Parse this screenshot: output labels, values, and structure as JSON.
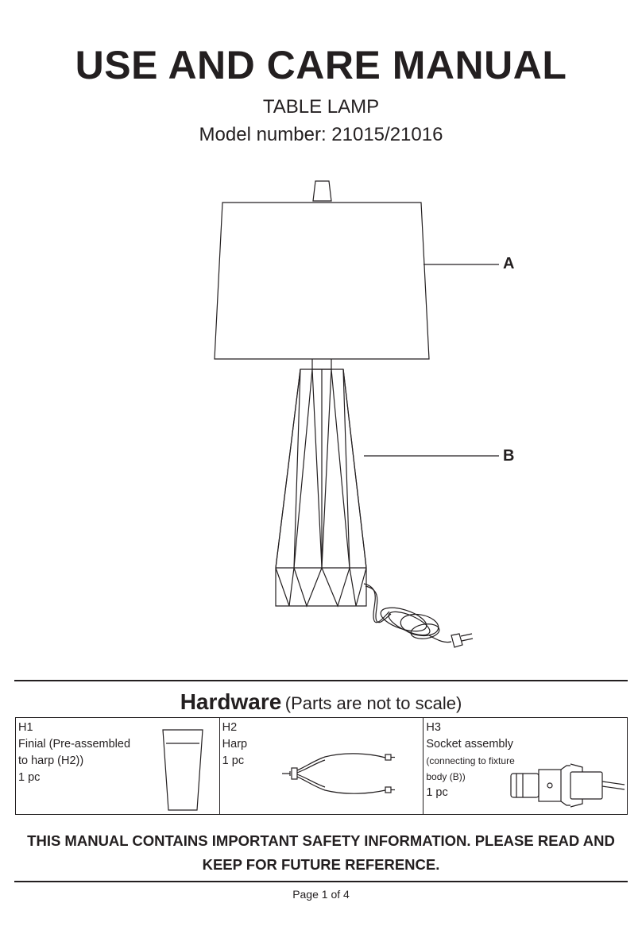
{
  "header": {
    "title": "USE AND CARE MANUAL",
    "product": "TABLE LAMP",
    "model": "Model number: 21015/21016"
  },
  "diagram": {
    "callout_shade": "A",
    "callout_base": "B"
  },
  "hardware": {
    "heading": "Hardware",
    "note": "(Parts are not to scale)",
    "items": [
      {
        "code": "H1",
        "lines": [
          "Finial (Pre-assembled",
          "to harp (H2))"
        ],
        "qty": "1 pc"
      },
      {
        "code": "H2",
        "lines": [
          "Harp"
        ],
        "qty": "1 pc"
      },
      {
        "code": "H3",
        "lines": [
          "Socket assembly"
        ],
        "sub": [
          "(connecting to fixture",
          "body (B))"
        ],
        "qty": "1 pc"
      }
    ]
  },
  "safety": {
    "line1": "THIS MANUAL CONTAINS IMPORTANT SAFETY INFORMATION. PLEASE READ AND",
    "line2": "KEEP FOR FUTURE REFERENCE."
  },
  "footer": {
    "page": "Page 1 of 4"
  }
}
